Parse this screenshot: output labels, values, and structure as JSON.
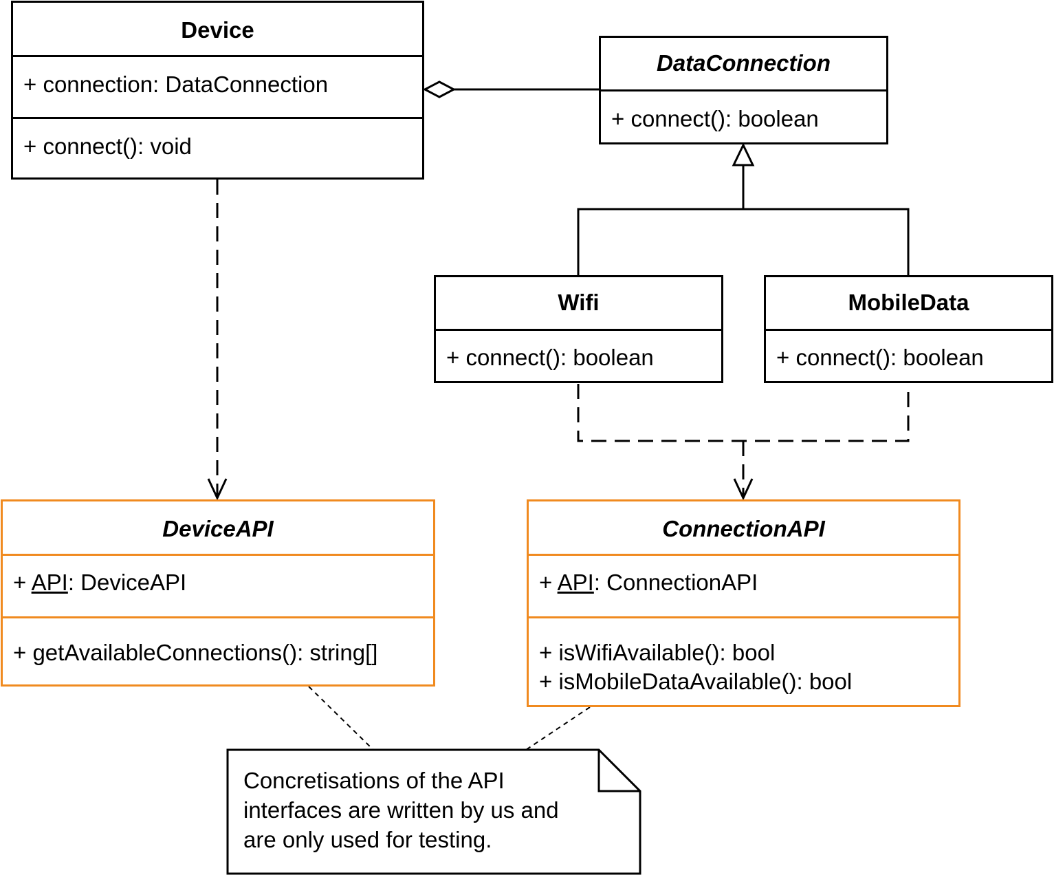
{
  "classes": {
    "device": {
      "name": "Device",
      "attributes": [
        "+ connection: DataConnection"
      ],
      "operations": [
        "+ connect(): void"
      ]
    },
    "data_connection": {
      "name": "DataConnection",
      "operations": [
        "+ connect(): boolean"
      ]
    },
    "wifi": {
      "name": "Wifi",
      "operations": [
        "+ connect(): boolean"
      ]
    },
    "mobile_data": {
      "name": "MobileData",
      "operations": [
        "+ connect(): boolean"
      ]
    },
    "device_api": {
      "name": "DeviceAPI",
      "attribute": {
        "prefix": "+ ",
        "name": "API",
        "type": ": DeviceAPI"
      },
      "operations": [
        "+ getAvailableConnections(): string[]"
      ]
    },
    "connection_api": {
      "name": "ConnectionAPI",
      "attribute": {
        "prefix": "+ ",
        "name": "API",
        "type": ": ConnectionAPI"
      },
      "operations": [
        "+ isWifiAvailable(): bool",
        "+ isMobileDataAvailable(): bool"
      ]
    }
  },
  "note": {
    "lines": [
      "Concretisations of the API",
      "interfaces are written by us and",
      "are only used for testing."
    ]
  },
  "colors": {
    "border": "#000000",
    "api_border": "#f08a1f",
    "background": "#ffffff"
  }
}
